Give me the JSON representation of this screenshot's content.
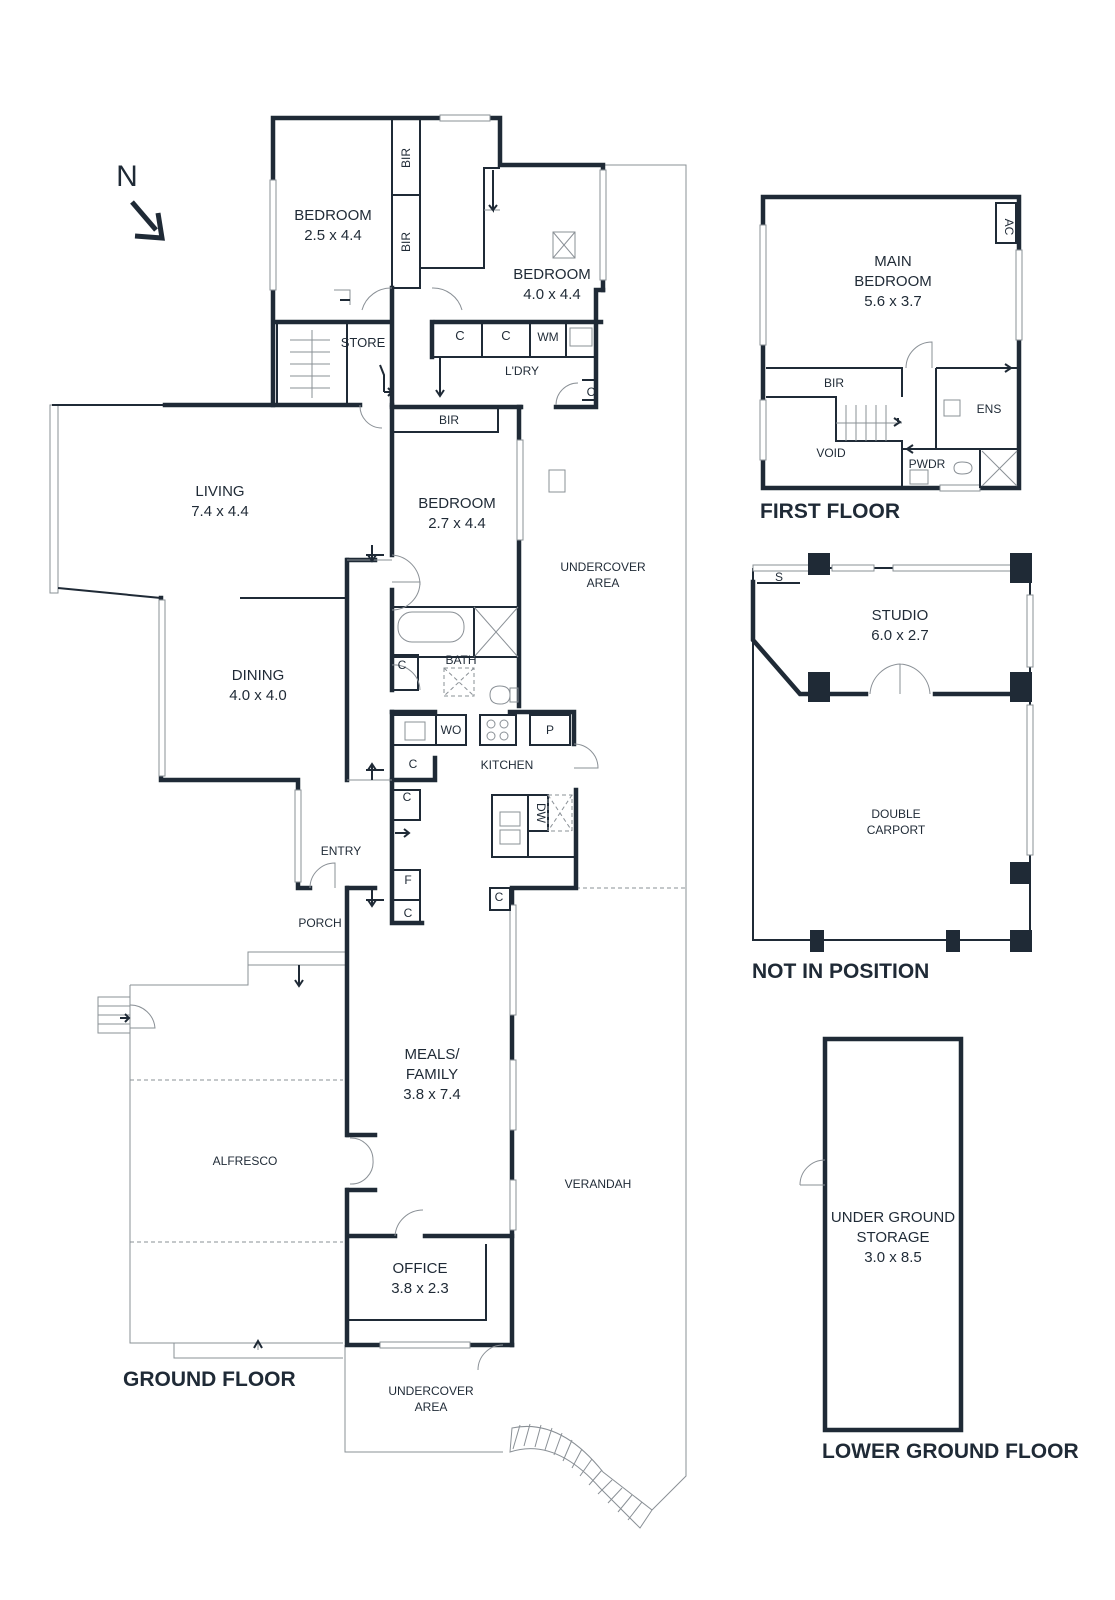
{
  "compass": {
    "letter": "N",
    "icon": "north-arrow-icon"
  },
  "floors": {
    "ground": "GROUND FLOOR",
    "first": "FIRST FLOOR",
    "not_in_position": "NOT IN POSITION",
    "lower_ground": "LOWER GROUND FLOOR"
  },
  "rooms": {
    "bedroom_nw": {
      "name": "BEDROOM",
      "size": "2.5 x 4.4"
    },
    "bedroom_ne": {
      "name": "BEDROOM",
      "size": "4.0 x 4.4"
    },
    "living": {
      "name": "LIVING",
      "size": "7.4 x 4.4"
    },
    "bedroom_mid": {
      "name": "BEDROOM",
      "size": "2.7 x 4.4"
    },
    "dining": {
      "name": "DINING",
      "size": "4.0 x 4.0"
    },
    "meals_family": {
      "name_line1": "MEALS/",
      "name_line2": "FAMILY",
      "size": "3.8 x 7.4"
    },
    "office": {
      "name": "OFFICE",
      "size": "3.8 x 2.3"
    },
    "main_bedroom": {
      "name_line1": "MAIN",
      "name_line2": "BEDROOM",
      "size": "5.6 x 3.7"
    },
    "studio": {
      "name": "STUDIO",
      "size": "6.0 x 2.7"
    },
    "storage": {
      "name_line1": "UNDER GROUND",
      "name_line2": "STORAGE",
      "size": "3.0 x 8.5"
    }
  },
  "labels": {
    "bir_1": "BIR",
    "bir_2": "BIR",
    "bir_3": "BIR",
    "bir_first": "BIR",
    "store": "STORE",
    "c1": "C",
    "c2": "C",
    "wm": "WM",
    "laundry": "L'DRY",
    "c_laundry": "C",
    "undercover_line1": "UNDERCOVER",
    "undercover_line2": "AREA",
    "bath": "BATH",
    "c_bath": "C",
    "wo": "WO",
    "p": "P",
    "kitchen": "KITCHEN",
    "c_kitchen1": "C",
    "c_kitchen2": "C",
    "dw": "DW",
    "entry": "ENTRY",
    "f": "F",
    "c_f": "C",
    "c_meals": "C",
    "porch": "PORCH",
    "alfresco": "ALFRESCO",
    "verandah": "VERANDAH",
    "undercover_bottom_line1": "UNDERCOVER",
    "undercover_bottom_line2": "AREA",
    "ac": "AC",
    "ens": "ENS",
    "void": "VOID",
    "pwdr": "PWDR",
    "s": "S",
    "carport_line1": "DOUBLE",
    "carport_line2": "CARPORT"
  }
}
